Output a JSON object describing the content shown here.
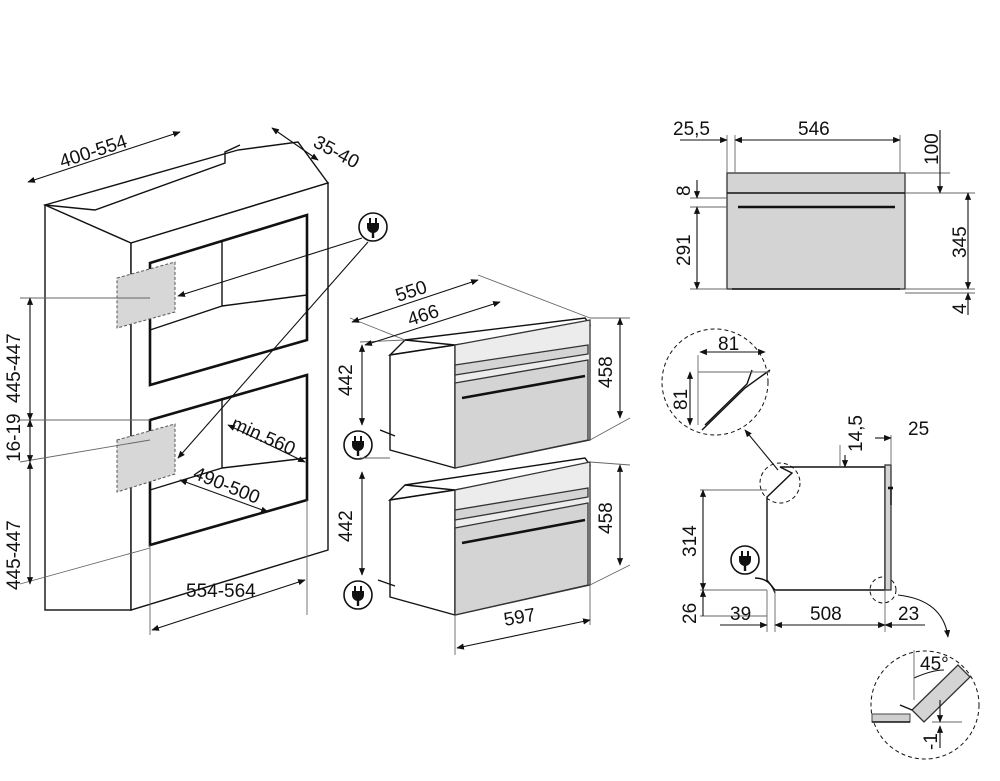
{
  "left_cabinet": {
    "top_width": "400-554",
    "top_depth": "35-40",
    "upper_niche": "445-447",
    "gap": "16-19",
    "lower_niche": "445-447",
    "min_depth": "min.560",
    "inner_width": "490-500",
    "outer_width": "554-564"
  },
  "middle_ovens": {
    "depth_total": "550",
    "depth_body": "466",
    "upper_height_body": "442",
    "upper_height_front": "458",
    "lower_height_body": "442",
    "lower_height_front": "458",
    "front_width": "597"
  },
  "front_view": {
    "left_offset": "25,5",
    "body_width": "546",
    "top_clearance": "100",
    "panel_strip": "8",
    "body_height": "291",
    "front_height": "345",
    "bottom_gap": "4"
  },
  "side_view": {
    "detail_width": "81",
    "detail_height": "81",
    "top_inset": "14,5",
    "door_depth": "25",
    "body_height": "314",
    "base_height": "26",
    "rear_offset": "39",
    "body_depth": "508",
    "front_offset": "23",
    "angle": "45°",
    "tolerance": "-1"
  },
  "icons": [
    "plug-icon",
    "plug-icon",
    "plug-icon",
    "plug-icon"
  ]
}
